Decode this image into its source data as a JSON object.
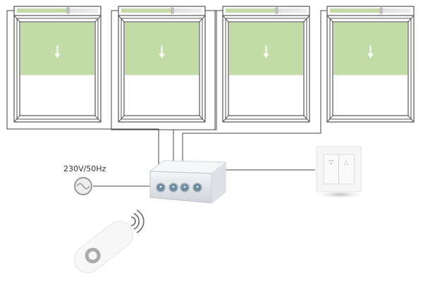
{
  "power_label": "230V/50Hz",
  "windows": [
    {
      "name": "window-1",
      "blind_closed_fraction": 0.5
    },
    {
      "name": "window-2",
      "blind_closed_fraction": 0.5
    },
    {
      "name": "window-3",
      "blind_closed_fraction": 0.5
    },
    {
      "name": "window-4",
      "blind_closed_fraction": 0.5
    }
  ],
  "switch": {
    "down_symbol": "▽",
    "up_symbol": "△"
  },
  "colors": {
    "blind": "#c3dba6",
    "wire": "#444444",
    "port": "#6e8a9c"
  }
}
